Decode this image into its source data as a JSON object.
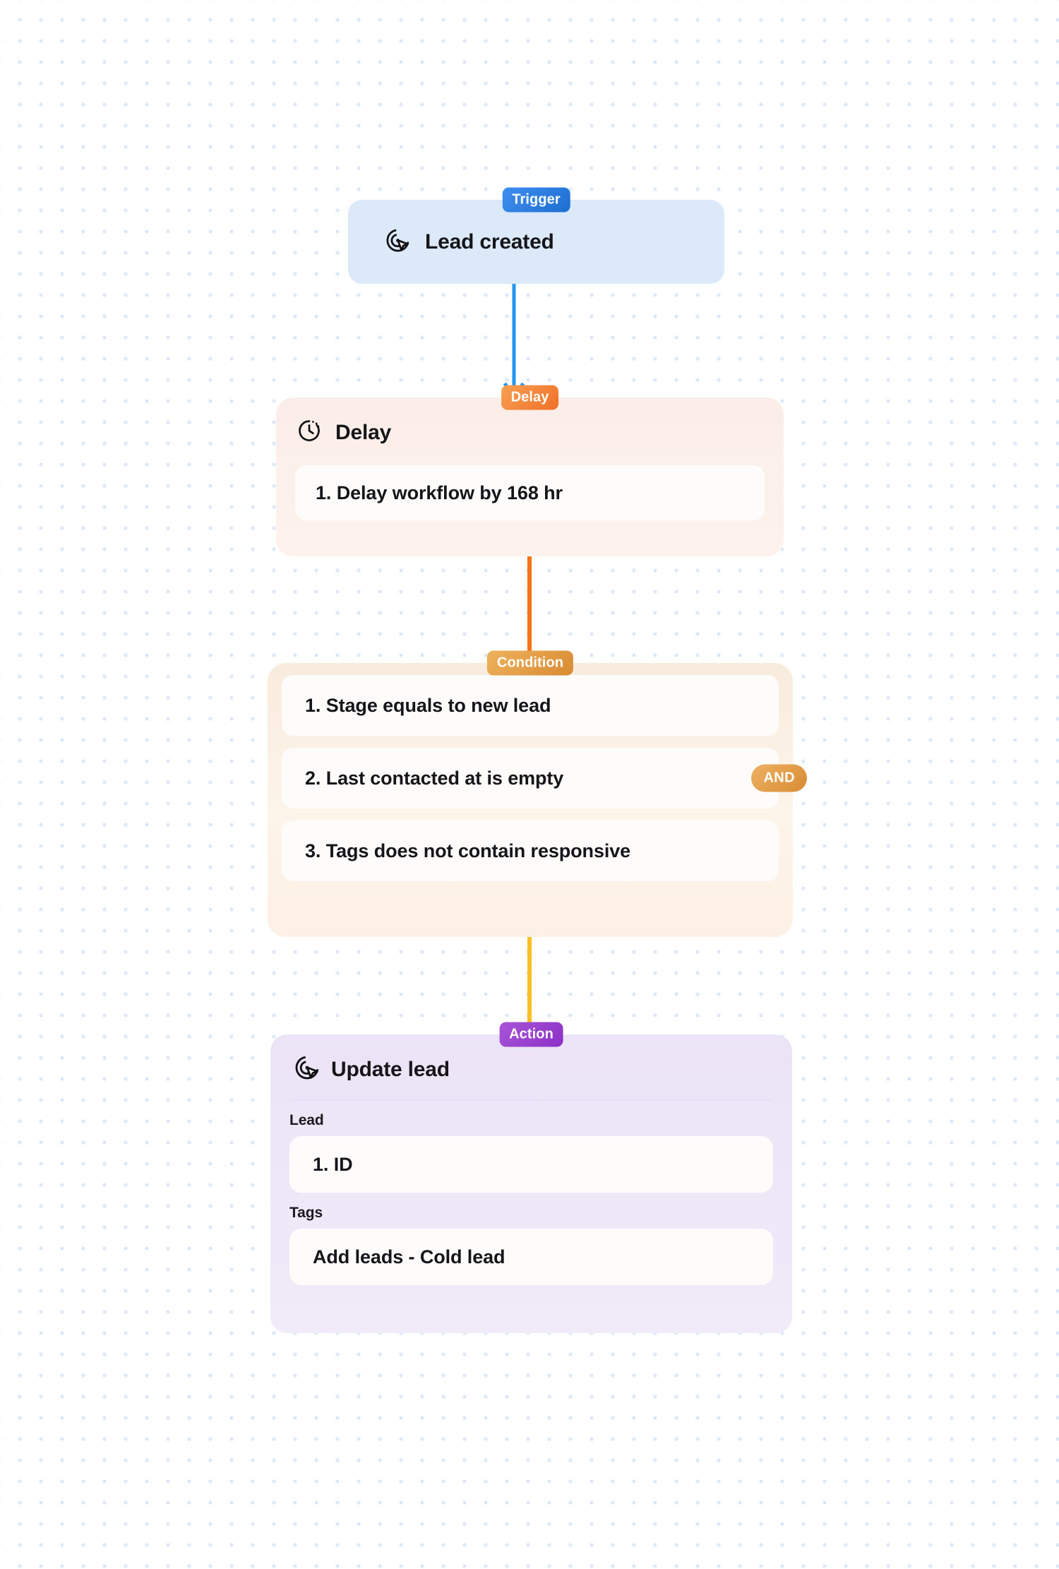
{
  "canvas": {
    "background_dot_color": "#dde9f9",
    "background_color": "#ffffff"
  },
  "nodes": [
    {
      "id": "trigger",
      "badge": "Trigger",
      "badge_color": "#1d6fd0",
      "card_color": "#dbe9f8",
      "icon": "target-cursor-icon",
      "title": "Lead created",
      "rows": []
    },
    {
      "id": "delay",
      "badge": "Delay",
      "badge_color": "#ef7028",
      "card_color": "#fbeee8",
      "icon": "clock-dashed-icon",
      "title": "Delay",
      "rows": [
        "1. Delay workflow by 168 hr"
      ]
    },
    {
      "id": "condition",
      "badge": "Condition",
      "badge_color": "#d98b33",
      "card_color": "#f8ecdd",
      "icon": null,
      "title": null,
      "rows": [
        "1. Stage equals to new lead",
        "2. Last contacted at is empty",
        "3. Tags does not contain responsive"
      ],
      "operator_badge": "AND",
      "operator_badge_row_index": 1
    },
    {
      "id": "action",
      "badge": "Action",
      "badge_color": "#8b30c6",
      "card_color": "#ebe4f6",
      "icon": "target-cursor-icon",
      "title": "Update lead",
      "fields": [
        {
          "label": "Lead",
          "value": "1. ID"
        },
        {
          "label": "Tags",
          "value": "Add leads - Cold lead"
        }
      ]
    }
  ],
  "connectors": [
    {
      "from": "trigger",
      "to": "delay",
      "color": "#2196f3"
    },
    {
      "from": "delay",
      "to": "condition",
      "color": "#f97316"
    },
    {
      "from": "condition",
      "to": "action",
      "color": "#fbbf24"
    }
  ]
}
